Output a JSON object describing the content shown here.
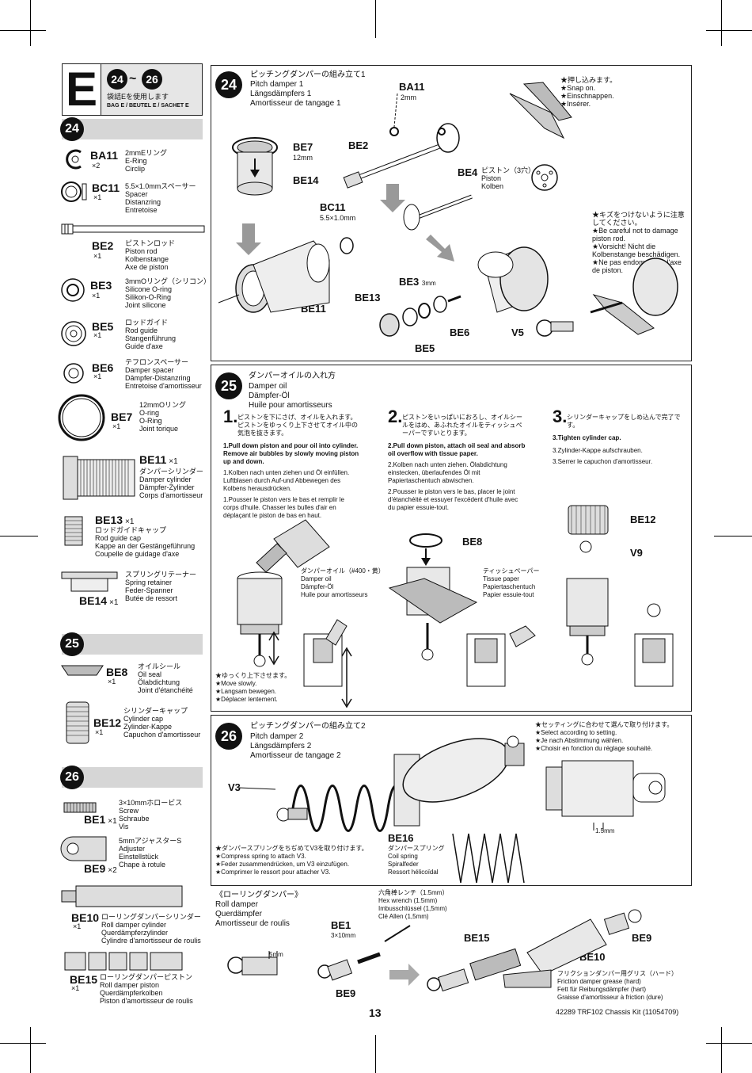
{
  "header": {
    "letter": "E",
    "steps_range": [
      "24",
      "26"
    ],
    "range_sep": "~",
    "bag_jp": "袋詰Eを使用します",
    "bag_multi": "BAG E / BEUTEL E / SACHET E"
  },
  "sections": [
    {
      "num": "24"
    },
    {
      "num": "25"
    },
    {
      "num": "26"
    }
  ],
  "parts": {
    "ba11": {
      "code": "BA11",
      "qty": "×2",
      "desc": "2mmEリング\nE-Ring\nCirclip"
    },
    "bc11": {
      "code": "BC11",
      "qty": "×1",
      "desc": "5.5×1.0mmスペーサー\nSpacer\nDistanzring\nEntretoise"
    },
    "be2": {
      "code": "BE2",
      "qty": "×1",
      "desc": "ピストンロッド\nPiston rod\nKolbenstange\nAxe de piston"
    },
    "be3": {
      "code": "BE3",
      "qty": "×1",
      "desc": "3mmOリング（シリコン）\nSilicone O-ring\nSilikon-O-Ring\nJoint silicone"
    },
    "be5": {
      "code": "BE5",
      "qty": "×1",
      "desc": "ロッドガイド\nRod guide\nStangenführung\nGuide d'axe"
    },
    "be6": {
      "code": "BE6",
      "qty": "×1",
      "desc": "テフロンスペーサー\nDamper spacer\nDämpfer-Distanzring\nEntretoise d'amortisseur"
    },
    "be7": {
      "code": "BE7",
      "qty": "×1",
      "desc": "12mmOリング\nO-ring\nO-Ring\nJoint torique"
    },
    "be11": {
      "code": "BE11",
      "qty": "×1",
      "desc": "ダンパーシリンダー\nDamper cylinder\nDämpfer-Zylinder\nCorps d'amortisseur"
    },
    "be13": {
      "code": "BE13",
      "qty": "×1",
      "desc": "ロッドガイドキャップ\nRod guide cap\nKappe an der Gestängeführung\nCoupelle de guidage d'axe"
    },
    "be14": {
      "code": "BE14",
      "qty": "×1",
      "desc": "スプリングリテーナー\nSpring retainer\nFeder-Spanner\nButée de ressort"
    },
    "be8": {
      "code": "BE8",
      "qty": "×1",
      "desc": "オイルシール\nOil seal\nÖlabdichtung\nJoint d'étanchéité"
    },
    "be12": {
      "code": "BE12",
      "qty": "×1",
      "desc": "シリンダーキャップ\nCylinder cap\nZylinder-Kappe\nCapuchon d'amortisseur"
    },
    "be1": {
      "code": "BE1",
      "qty": "×1",
      "desc": "3×10mmホロービス\nScrew\nSchraube\nVis"
    },
    "be9": {
      "code": "BE9",
      "qty": "×2",
      "desc": "5mmアジャスターS\nAdjuster\nEinstellstück\nChape à rotule"
    },
    "be10": {
      "code": "BE10",
      "qty": "×1",
      "desc": "ローリングダンパーシリンダー\nRoll damper cylinder\nQuerdämpferzylinder\nCylindre d'amortisseur de roulis"
    },
    "be15": {
      "code": "BE15",
      "qty": "×1",
      "desc": "ローリングダンパーピストン\nRoll damper piston\nQuerdämpferkolben\nPiston d'amortisseur de roulis"
    }
  },
  "step24": {
    "num": "24",
    "title_jp": "ピッチングダンパーの組み立て1",
    "title_en": "Pitch damper 1",
    "title_de": "Längsdämpfers 1",
    "title_fr": "Amortisseur de tangage 1",
    "snap_note": "★押し込みます。\n★Snap on.\n★Einschnappen.\n★Insérer.",
    "care_note": "★キズをつけないように注意してください。\n★Be careful not to damage piston rod.\n★Vorsicht! Nicht die Kolbenstange beschädigen.\n★Ne pas endommager l'axe de piston.",
    "labels": {
      "ba11": "BA11",
      "ba11_size": "2mm",
      "be7": "BE7",
      "be7_size": "12mm",
      "be14": "BE14",
      "be2": "BE2",
      "be4": "BE4",
      "be4_desc": "ピストン（3穴）\nPiston\nKolben",
      "bc11": "BC11",
      "bc11_size": "5.5×1.0mm",
      "be11": "BE11",
      "be13": "BE13",
      "be3": "BE3",
      "be3_size": "3mm",
      "be6": "BE6",
      "be5": "BE5",
      "v5": "V5"
    }
  },
  "step25": {
    "num": "25",
    "title_jp": "ダンパーオイルの入れ方",
    "title_en": "Damper oil",
    "title_de": "Dämpfer-Öl",
    "title_fr": "Huile pour amortisseurs",
    "s1": {
      "n": "1.",
      "jp": "ピストンを下にさげ、オイルを入れます。ピストンをゆっくり上下させてオイル中の気泡を抜きます。",
      "en": "1.Pull down piston and pour oil into cylinder. Remove air bubbles by slowly moving piston up and down.",
      "de": "1.Kolben nach unten ziehen und Öl einfüllen. Luftblasen durch Auf-und Abbewegen des Kolbens herausdrücken.",
      "fr": "1.Pousser le piston vers le bas et remplir le corps d'huile. Chasser les bulles d'air en déplaçant le piston de bas en haut."
    },
    "s2": {
      "n": "2.",
      "jp": "ピストンをいっぱいにおろし、オイルシールをはめ、あふれたオイルをティッシュペーパーですいとります。",
      "en": "2.Pull down piston, attach oil seal and absorb oil overflow with tissue paper.",
      "de": "2.Kolben nach unten ziehen. Ölabdichtung einstecken, überlaufendes Öl mit Papiertaschentuch abwischen.",
      "fr": "2.Pousser le piston vers le bas, placer le joint d'étanchéité et essuyer l'excédent d'huile avec du papier essuie-tout."
    },
    "s3": {
      "n": "3.",
      "jp": "シリンダーキャップをしめ込んで完了です。",
      "en": "3.Tighten cylinder cap.",
      "de": "3.Zylinder-Kappe aufschrauben.",
      "fr": "3.Serrer le capuchon d'amortisseur."
    },
    "oil_label": "ダンパーオイル（#400・黄）\nDamper oil\nDämpfer-Öl\nHuile pour amortisseurs",
    "tissue_label": "ティッシュペーパー\nTissue paper\nPapiertaschentuch\nPapier essuie-tout",
    "slow_note": "★ゆっくり上下させます。\n★Move slowly.\n★Langsam bewegen.\n★Déplacer lentement.",
    "labels": {
      "be8": "BE8",
      "be12": "BE12",
      "v9": "V9"
    }
  },
  "step26": {
    "num": "26",
    "title_jp": "ピッチングダンパーの組み立て2",
    "title_en": "Pitch damper 2",
    "title_de": "Längsdämpfers 2",
    "title_fr": "Amortisseur de tangage 2",
    "setting_note": "★セッティングに合わせて選んで取り付けます。\n★Select according to setting.\n★Je nach Abstimmung wählen.\n★Choisir en fonction du réglage souhaité.",
    "spring_note": "★ダンパースプリングをちぢめてV3を取り付けます。\n★Compress spring to attach V3.\n★Feder zusammendrücken, um V3 einzufügen.\n★Comprimer le ressort pour attacher V3.",
    "be16_label": "BE16",
    "be16_desc": "ダンパースプリング\nCoil spring\nSpiralfeder\nRessort hélicoïdal",
    "v3": "V3",
    "dim_15": "1.5mm",
    "roll_title": "《ローリングダンパー》\nRoll damper\nQuerdämpfer\nAmortisseur de roulis",
    "hex": "六角棒レンチ（1.5mm）\nHex wrench (1.5mm)\nImbusschlüssel (1,5mm)\nClé Allen (1,5mm)",
    "be1": "BE1",
    "be1_size": "3×10mm",
    "be15": "BE15",
    "be9": "BE9",
    "be10": "BE10",
    "dim_5": "5mm",
    "grease": "フリクションダンパー用グリス（ハード）\nFriction damper grease (hard)\nFett für Reibungsdämpfer (hart)\nGraisse d'amortisseur à friction (dure)"
  },
  "footer": {
    "page": "13",
    "kit": "42289  TRF102 Chassis Kit  (11054709)"
  }
}
